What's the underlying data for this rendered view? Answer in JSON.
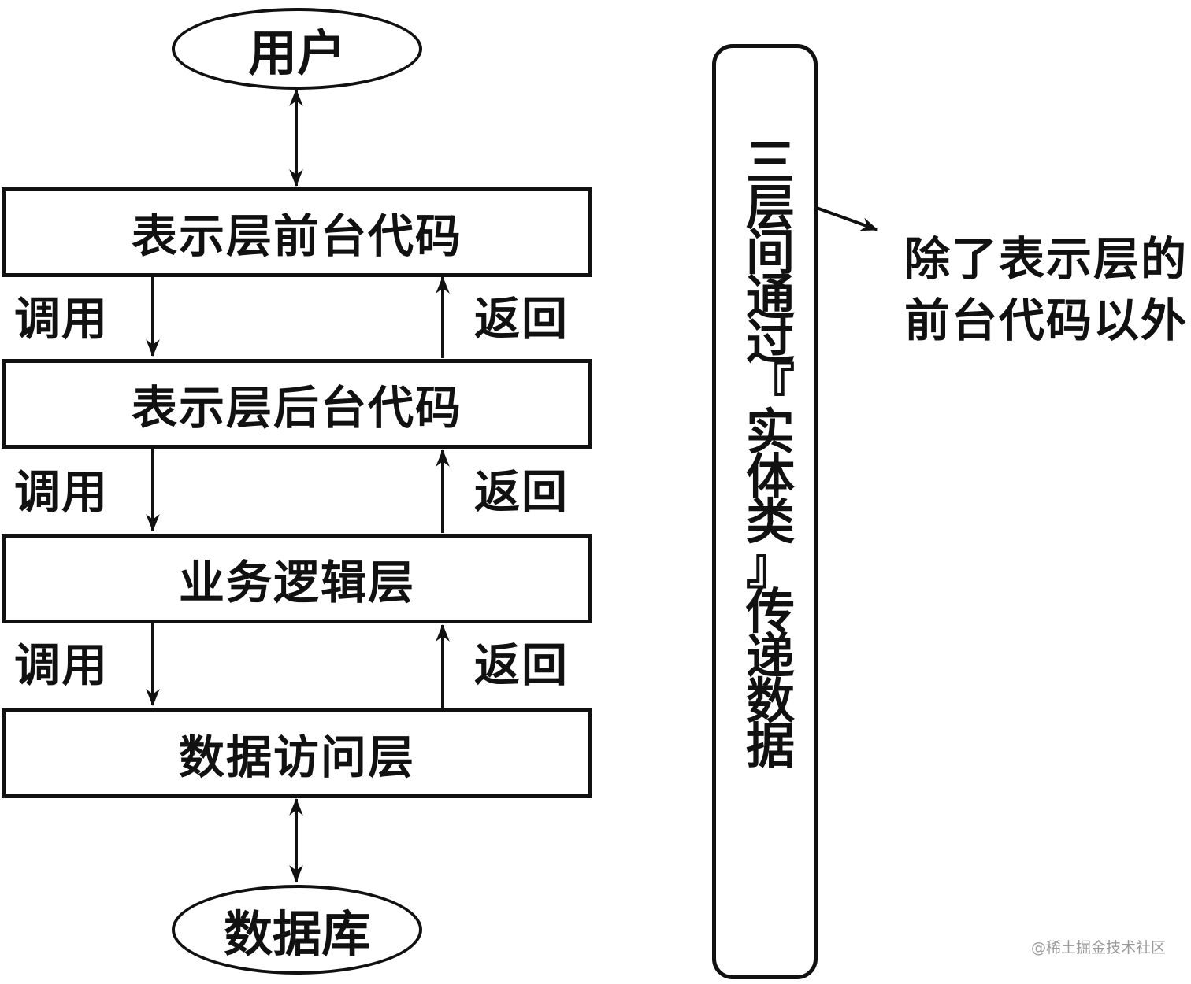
{
  "nodes": {
    "user": "用户",
    "presentation_front": "表示层前台代码",
    "presentation_back": "表示层后台代码",
    "business_logic": "业务逻辑层",
    "data_access": "数据访问层",
    "database": "数据库"
  },
  "edge_labels": {
    "call_1": "调用",
    "return_1": "返回",
    "call_2": "调用",
    "return_2": "返回",
    "call_3": "调用",
    "return_3": "返回"
  },
  "side_panel": {
    "chars": [
      "三",
      "层",
      "间",
      "通",
      "过",
      "『",
      "实",
      "体",
      "类",
      "』",
      "传",
      "递",
      "数",
      "据"
    ]
  },
  "note": {
    "line1": "除了表示层的",
    "line2": "前台代码以外"
  },
  "watermark": "@稀土掘金技术社区"
}
